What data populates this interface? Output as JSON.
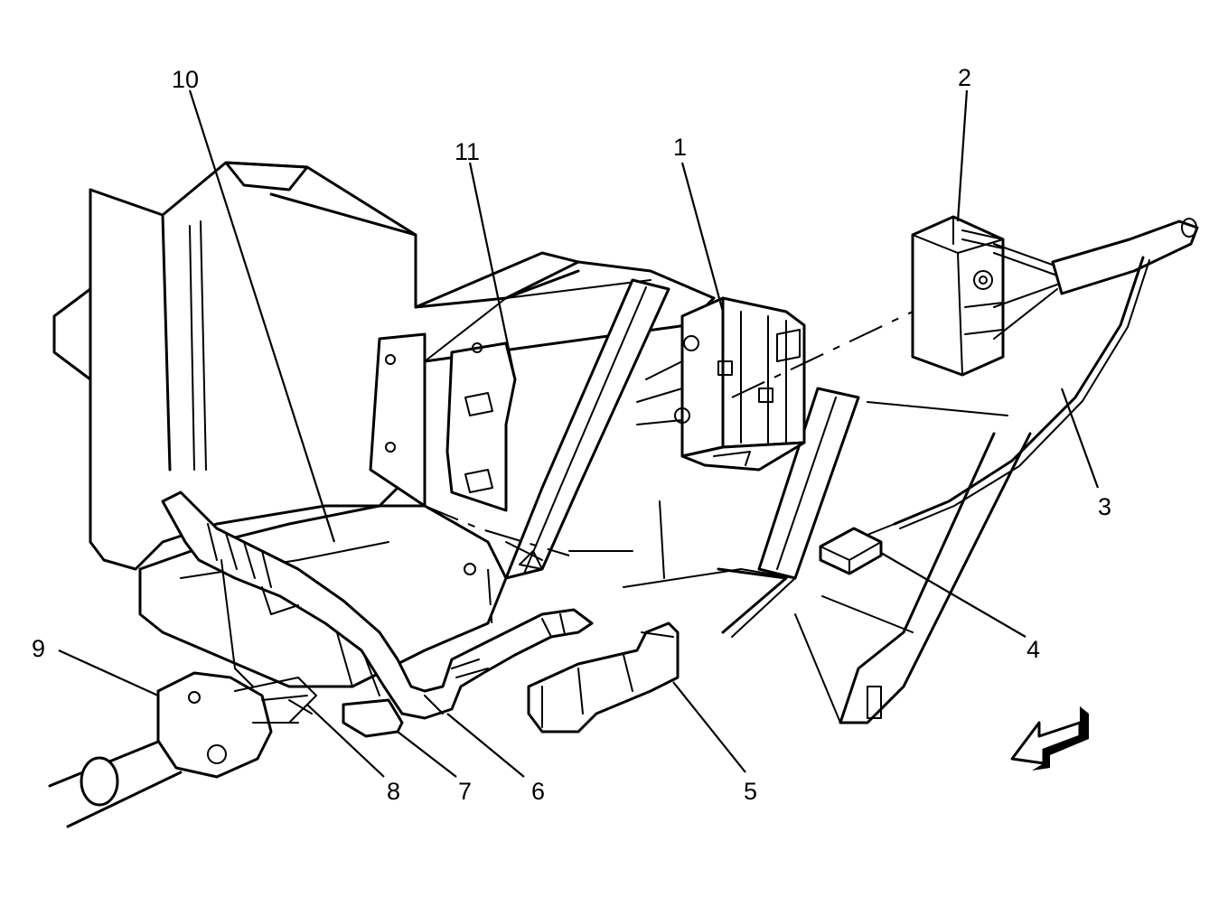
{
  "callouts": [
    {
      "id": "1",
      "label": "1"
    },
    {
      "id": "2",
      "label": "2"
    },
    {
      "id": "3",
      "label": "3"
    },
    {
      "id": "4",
      "label": "4"
    },
    {
      "id": "5",
      "label": "5"
    },
    {
      "id": "6",
      "label": "6"
    },
    {
      "id": "7",
      "label": "7"
    },
    {
      "id": "8",
      "label": "8"
    },
    {
      "id": "9",
      "label": "9"
    },
    {
      "id": "10",
      "label": "10"
    },
    {
      "id": "11",
      "label": "11"
    }
  ],
  "icons": {
    "direction": "forward-arrow-icon"
  }
}
